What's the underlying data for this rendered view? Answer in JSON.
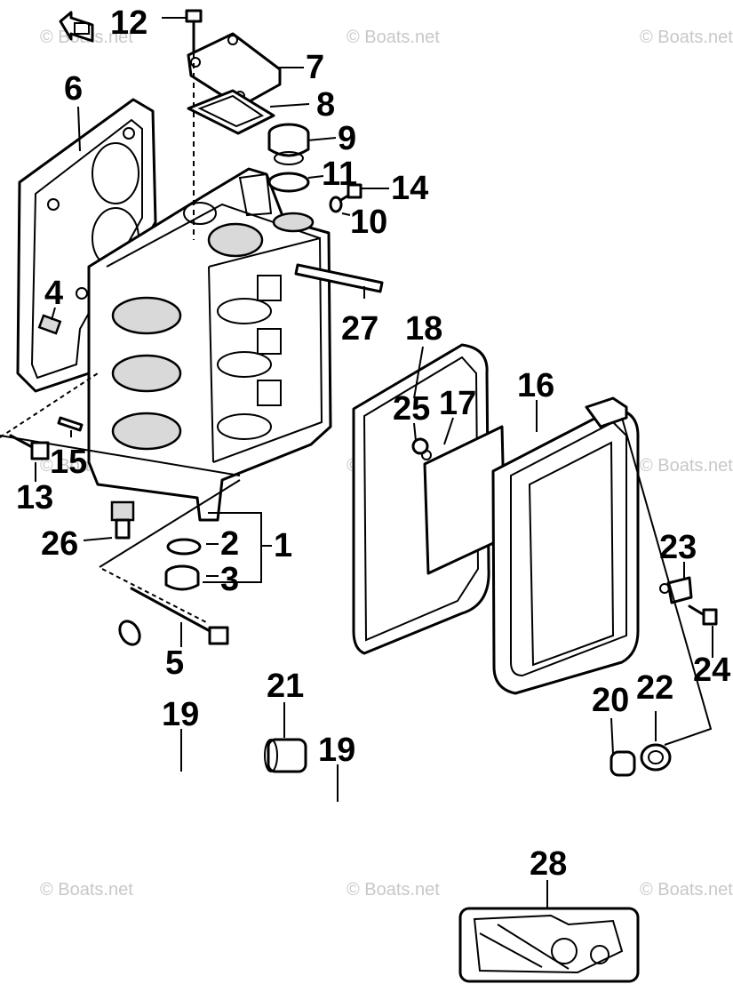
{
  "watermark": "© Boats.net",
  "callouts": {
    "c1": "1",
    "c2": "2",
    "c3": "3",
    "c4": "4",
    "c5": "5",
    "c6": "6",
    "c7": "7",
    "c8": "8",
    "c9": "9",
    "c10": "10",
    "c11": "11",
    "c12": "12",
    "c13": "13",
    "c14": "14",
    "c15": "15",
    "c16": "16",
    "c17": "17",
    "c18": "18",
    "c19a": "19",
    "c19b": "19",
    "c20": "20",
    "c21": "21",
    "c22": "22",
    "c23": "23",
    "c24": "24",
    "c25": "25",
    "c26": "26",
    "c27": "27",
    "c28": "28"
  },
  "colors": {
    "line": "#000000",
    "watermark": "#c8c8c8",
    "shade": "#d9d9d9"
  },
  "icons": {
    "front_arrow": "front-arrow-icon"
  }
}
